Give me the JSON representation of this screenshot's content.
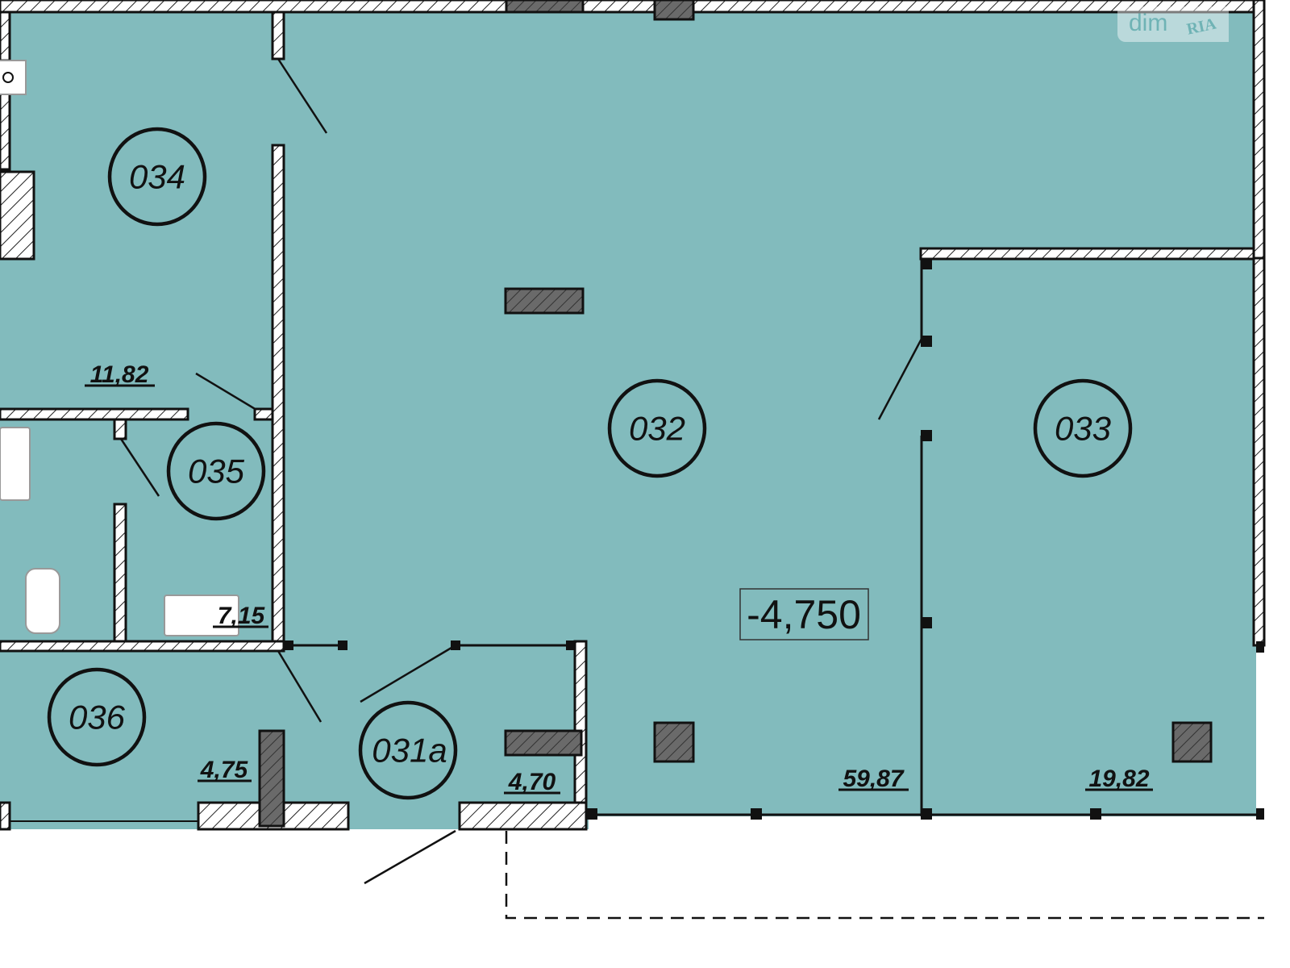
{
  "plan": {
    "level": "-4,750",
    "fill_color": "#82BBBD",
    "rooms": [
      {
        "id": "034",
        "area": "11,82"
      },
      {
        "id": "035",
        "area": "7,15"
      },
      {
        "id": "036",
        "area": "4,75"
      },
      {
        "id": "031a",
        "area": "4,70"
      },
      {
        "id": "032",
        "area": "59,87"
      },
      {
        "id": "033",
        "area": "19,82"
      }
    ]
  },
  "watermark": {
    "brand": "dim",
    "sub": "RIA"
  }
}
